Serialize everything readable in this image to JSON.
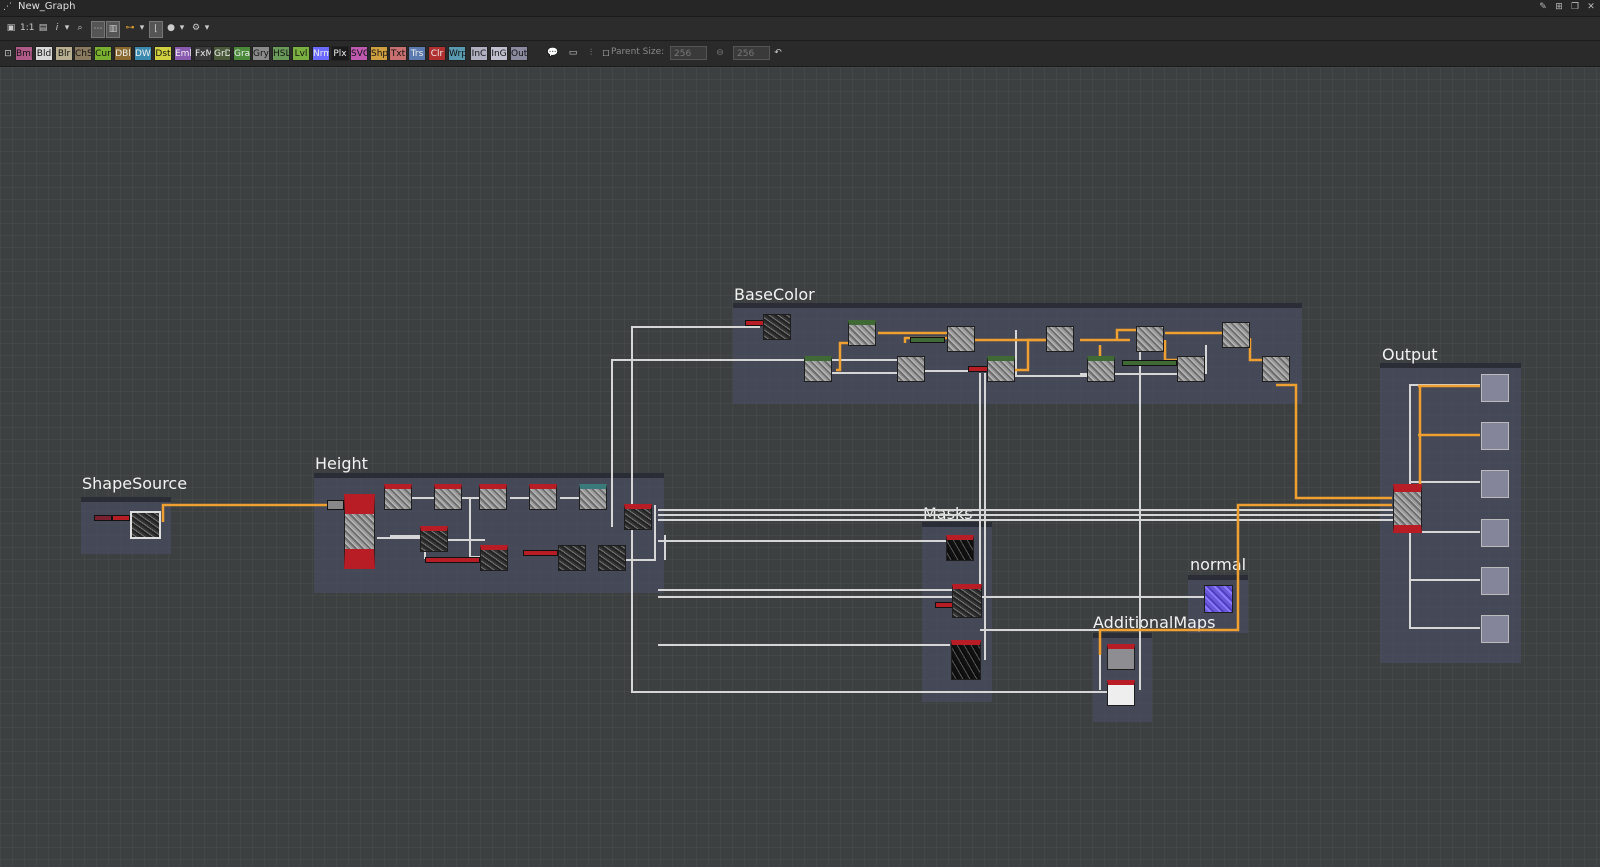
{
  "window": {
    "title": "New_Graph",
    "controls": [
      "minimize",
      "maximize",
      "restore",
      "close"
    ]
  },
  "toolbar": {
    "zoom_label": "1:1",
    "info_label": "i"
  },
  "node_toolbar": {
    "chips": [
      {
        "label": "Bmp",
        "color": "#b05a8a"
      },
      {
        "label": "Bld",
        "color": "#d8d8d8"
      },
      {
        "label": "Blr",
        "color": "#b8b090"
      },
      {
        "label": "ChS",
        "color": "#8a7a60"
      },
      {
        "label": "Cur",
        "color": "#7ab030"
      },
      {
        "label": "DBl",
        "color": "#8a6a30"
      },
      {
        "label": "DWr",
        "color": "#3a8ab0"
      },
      {
        "label": "Dst",
        "color": "#d0d040"
      },
      {
        "label": "Emb",
        "color": "#8a5ab0"
      },
      {
        "label": "FxM",
        "color": "#3a3a3a"
      },
      {
        "label": "GrD",
        "color": "#4a5a3a"
      },
      {
        "label": "Gra",
        "color": "#4a8a3a"
      },
      {
        "label": "Gry",
        "color": "#8a8a8a"
      },
      {
        "label": "HSL",
        "color": "#6a9a5a"
      },
      {
        "label": "Lvl",
        "color": "#7ab040"
      },
      {
        "label": "Nrm",
        "color": "#6a6aff"
      },
      {
        "label": "Plx",
        "color": "#1a1a1a"
      },
      {
        "label": "SVG",
        "color": "#c05ab0"
      },
      {
        "label": "Shp",
        "color": "#d0a040"
      },
      {
        "label": "Txt",
        "color": "#c87070"
      },
      {
        "label": "Trs",
        "color": "#5a7ab0"
      },
      {
        "label": "Clr",
        "color": "#b03030"
      },
      {
        "label": "Wrp",
        "color": "#5a9ab0"
      },
      {
        "label": "InC",
        "color": "#b0b0c0"
      },
      {
        "label": "InG",
        "color": "#c0c0d0"
      },
      {
        "label": "Out",
        "color": "#8a8aa0"
      }
    ],
    "parent_size_label": "Parent Size:",
    "parent_width": "256",
    "parent_height": "256"
  },
  "frames": {
    "shape_source": "ShapeSource",
    "height": "Height",
    "base_color": "BaseColor",
    "masks": "Masks",
    "normal": "normal",
    "additional_maps": "AdditionalMaps",
    "output": "Output"
  },
  "colors": {
    "canvas": "#3d4040",
    "frame": "#484c5e",
    "wire_main": "#f0a030",
    "wire_secondary": "#d8d8d8",
    "node_header_red": "#b81c24"
  }
}
